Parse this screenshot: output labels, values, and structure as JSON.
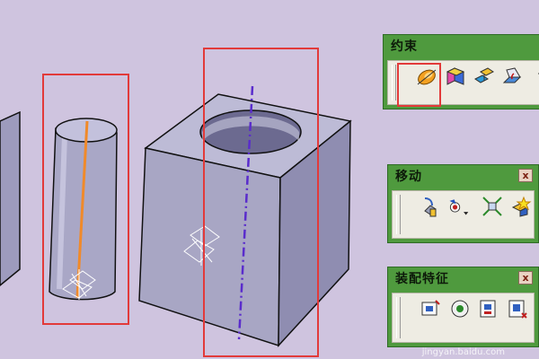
{
  "toolbars": {
    "constraint": {
      "title": "约束"
    },
    "move": {
      "title": "移动",
      "close": "x"
    },
    "assembly": {
      "title": "装配特征",
      "close": "x"
    }
  },
  "watermark": "jingyan.baidu.com",
  "colors": {
    "background": "#cfc4df",
    "part_face_front": "#a8a6c4",
    "part_face_top": "#bdbbd6",
    "highlight_red": "#e23a3a",
    "axis_orange": "#f08a2a",
    "axis_purple": "#5a2ccc",
    "toolbar_green": "#4f9a3e"
  },
  "icons": {
    "constraint": [
      "coincidence-constraint-icon",
      "contact-constraint-icon",
      "offset-constraint-icon",
      "angle-constraint-icon"
    ],
    "move": [
      "manipulate-icon",
      "snap-icon",
      "explode-icon",
      "stop-manipulate-on-clash-icon"
    ],
    "assembly": [
      "split-icon",
      "hole-icon",
      "pocket-icon",
      "remove-icon"
    ]
  }
}
